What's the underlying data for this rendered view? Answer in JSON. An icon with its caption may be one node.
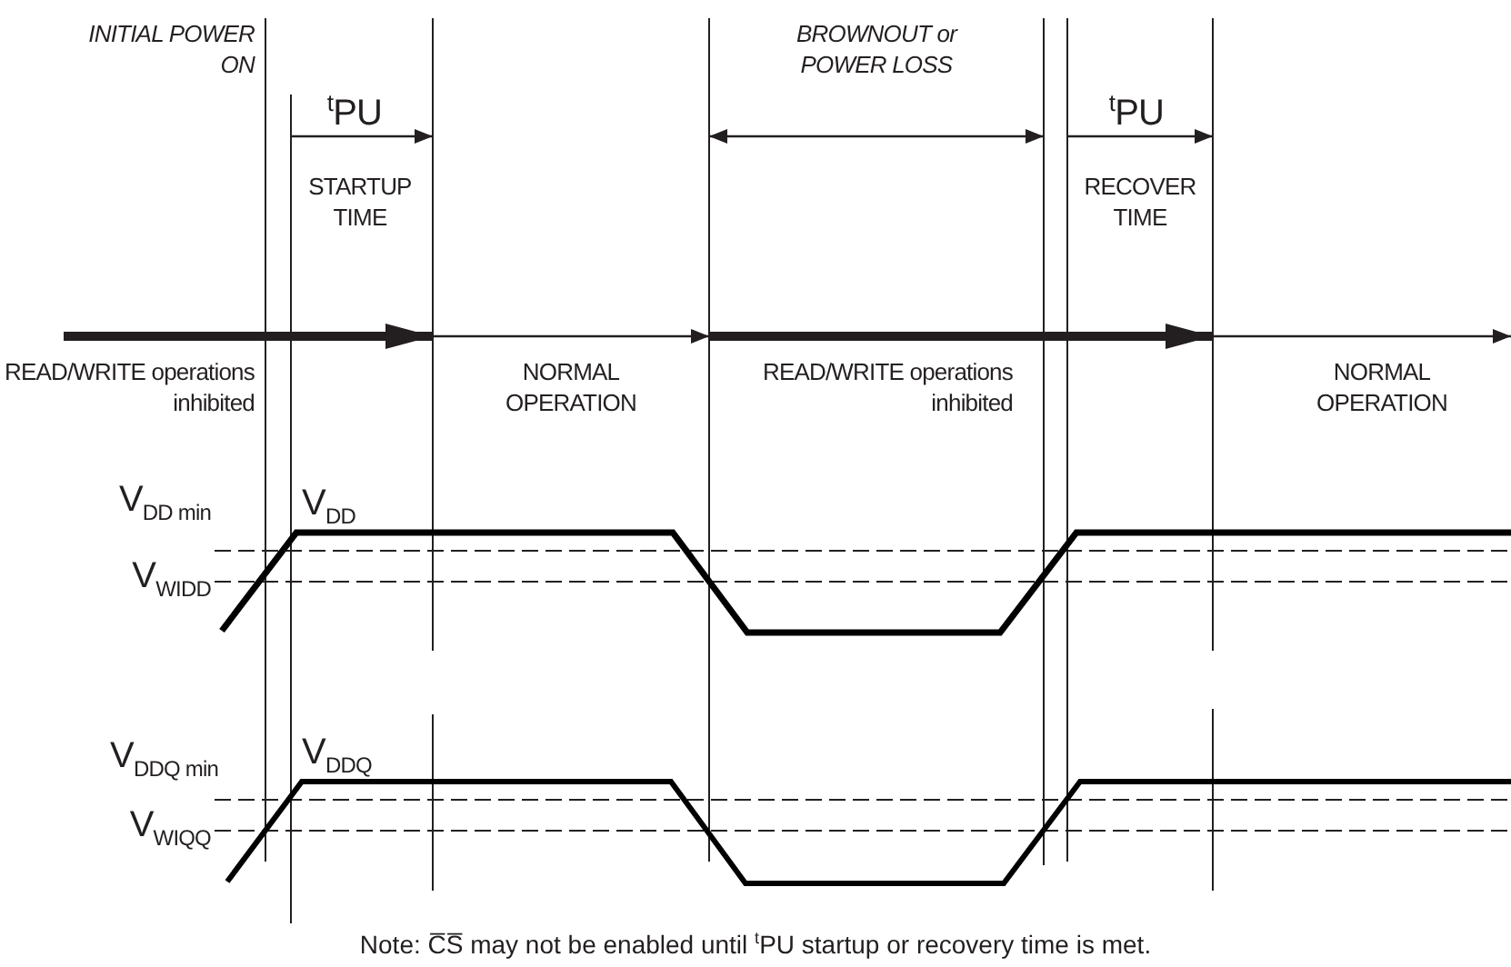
{
  "diagram": {
    "caption": "Note: C̅S̅ may not be enabled until $^{t}$PU startup or recovery time is met.",
    "labels": [
      "INITIAL POWER ON",
      "BROWNOUT or POWER LOSS",
      "$^{t}$PU",
      "$^{t}$PU",
      "STARTUP TIME",
      "RECOVER TIME",
      "READ/WRITE operations inhibited",
      "NORMAL OPERATION",
      "READ/WRITE operations inhibited",
      "NORMAL OPERATION",
      "V$_{DD min}$",
      "V$_{DD}$",
      "V$_{WIDD}$",
      "V$_{DDQ min}$",
      "V$_{DDQ}$",
      "V$_{WIQQ}$"
    ]
  }
}
